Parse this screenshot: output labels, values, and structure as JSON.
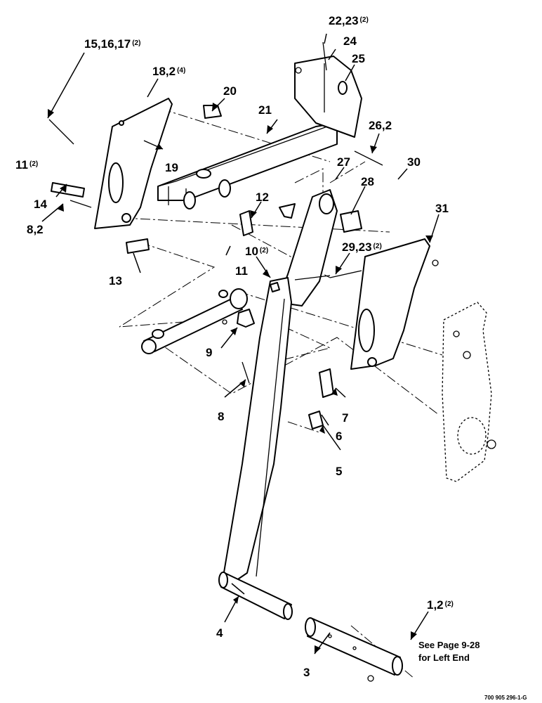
{
  "callouts": [
    {
      "id": "c15",
      "text": "15,16,17",
      "qty": "(2)"
    },
    {
      "id": "c18",
      "text": "18,2",
      "qty": "(4)"
    },
    {
      "id": "c20",
      "text": "20",
      "qty": ""
    },
    {
      "id": "c21",
      "text": "21",
      "qty": ""
    },
    {
      "id": "c22",
      "text": "22,23",
      "qty": "(2)"
    },
    {
      "id": "c24",
      "text": "24",
      "qty": ""
    },
    {
      "id": "c25",
      "text": "25",
      "qty": ""
    },
    {
      "id": "c26",
      "text": "26,2",
      "qty": ""
    },
    {
      "id": "c30",
      "text": "30",
      "qty": ""
    },
    {
      "id": "c27",
      "text": "27",
      "qty": ""
    },
    {
      "id": "c28",
      "text": "28",
      "qty": ""
    },
    {
      "id": "c31",
      "text": "31",
      "qty": ""
    },
    {
      "id": "c11a",
      "text": "11",
      "qty": "(2)"
    },
    {
      "id": "c19",
      "text": "19",
      "qty": ""
    },
    {
      "id": "c14",
      "text": "14",
      "qty": ""
    },
    {
      "id": "c12",
      "text": "12",
      "qty": ""
    },
    {
      "id": "c8a",
      "text": "8,2",
      "qty": ""
    },
    {
      "id": "c10",
      "text": "10",
      "qty": "(2)"
    },
    {
      "id": "c29",
      "text": "29,23",
      "qty": "(2)"
    },
    {
      "id": "c13",
      "text": "13",
      "qty": ""
    },
    {
      "id": "c11b",
      "text": "11",
      "qty": ""
    },
    {
      "id": "c9",
      "text": "9",
      "qty": ""
    },
    {
      "id": "c8b",
      "text": "8",
      "qty": ""
    },
    {
      "id": "c7",
      "text": "7",
      "qty": ""
    },
    {
      "id": "c6",
      "text": "6",
      "qty": ""
    },
    {
      "id": "c5",
      "text": "5",
      "qty": ""
    },
    {
      "id": "c4",
      "text": "4",
      "qty": ""
    },
    {
      "id": "c1",
      "text": "1,2",
      "qty": "(2)"
    },
    {
      "id": "c3",
      "text": "3",
      "qty": ""
    }
  ],
  "note": {
    "line1": "See Page 9-28",
    "line2": "for Left End"
  },
  "drawing_code": "700 905 296-1-G"
}
